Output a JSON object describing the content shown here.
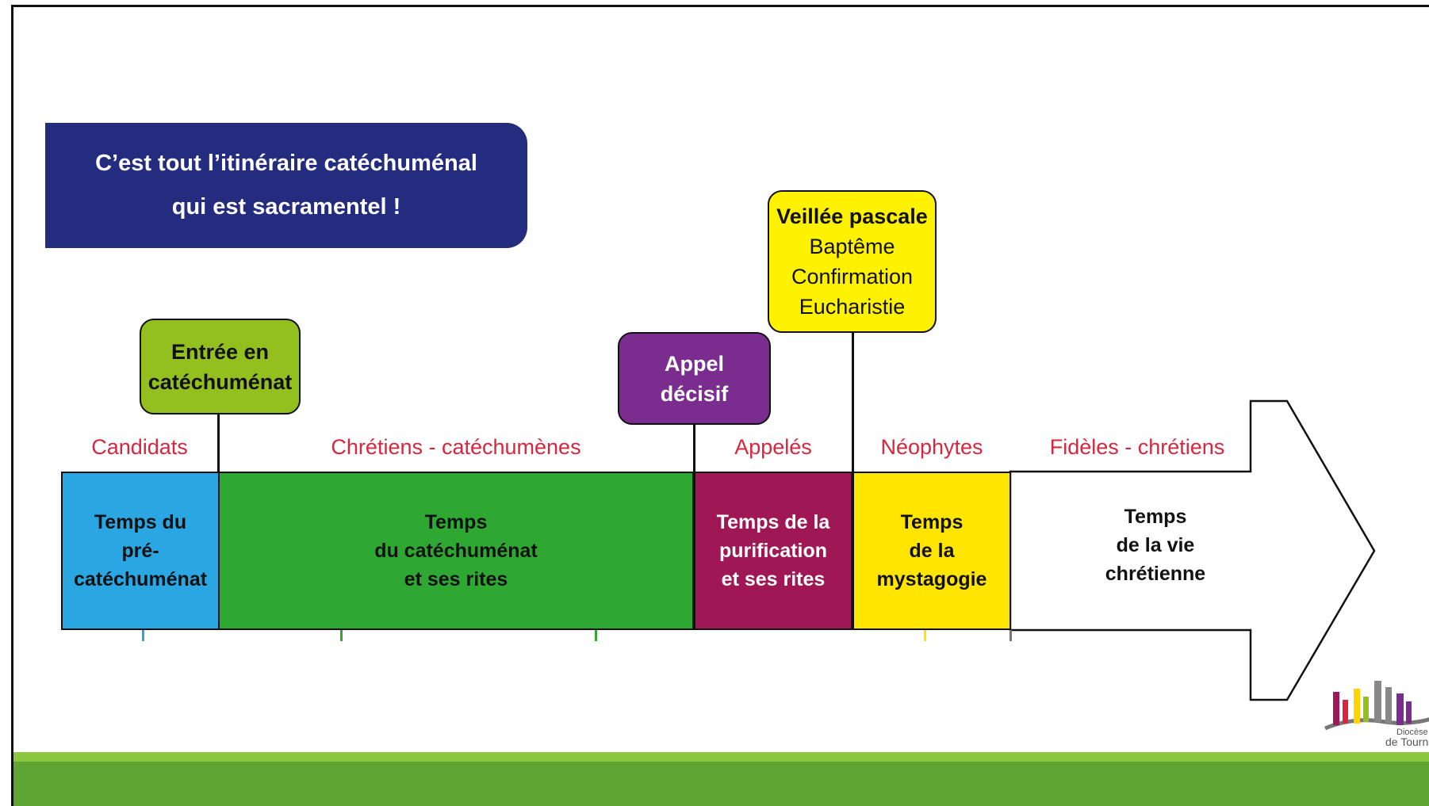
{
  "banner": {
    "line1": "C’est tout l’itinéraire  catéchuménal",
    "line2": "qui est sacramentel !"
  },
  "callouts": {
    "entree": {
      "line1": "Entrée en",
      "line2": "catéchuménat"
    },
    "appel": {
      "line1": "Appel",
      "line2": "décisif"
    },
    "veillee": {
      "title": "Veillée pascale",
      "items": [
        "Baptême",
        "Confirmation",
        "Eucharistie"
      ]
    }
  },
  "labels": {
    "candidats": "Candidats",
    "chretiens_catechumenes": "Chrétiens - catéchumènes",
    "appeles": "Appelés",
    "neophytes": "Néophytes",
    "fideles": "Fidèles - chrétiens"
  },
  "stages": [
    {
      "text": "Temps du\npré-\ncatéchuménat"
    },
    {
      "text": "Temps\ndu catéchuménat\net ses rites"
    },
    {
      "text": "Temps de la\npurification\net ses rites"
    },
    {
      "text": "Temps\nde la\nmystagogie"
    },
    {
      "text": "Temps\nde la vie\nchrétienne"
    }
  ],
  "logo": {
    "line1": "Diocèse",
    "line2": "de Tournai"
  },
  "colors": {
    "banner": "#232c7e",
    "entree": "#93c01f",
    "appel": "#7a2d8f",
    "veillee": "#fff200",
    "precatechumenat": "#2aa6e3",
    "catechumenat": "#2fa833",
    "purification": "#a01755",
    "mystagogie": "#ffe500",
    "label_red": "#d7263d",
    "footer_light": "#8dc63f",
    "footer_dark": "#5fa533"
  }
}
